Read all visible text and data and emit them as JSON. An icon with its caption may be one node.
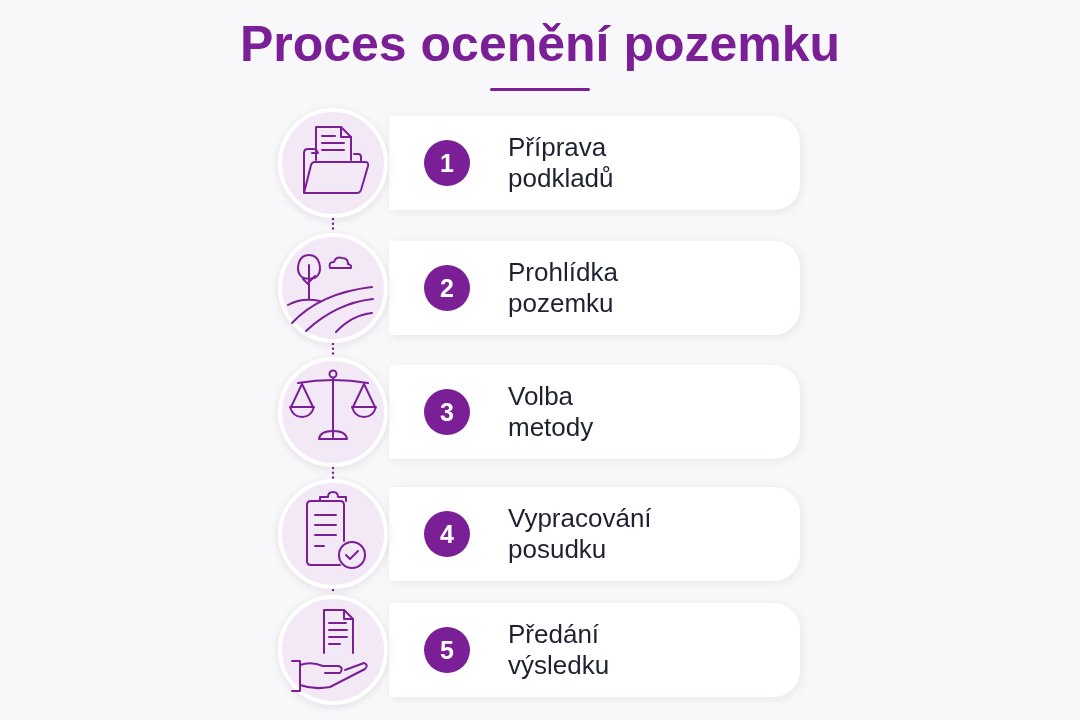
{
  "diagram": {
    "title": "Proces ocenění pozemku",
    "nodes": [
      {
        "text": [],
        "shape": "picture"
      },
      {
        "text": [
          "Příprava podkladů"
        ]
      },
      {
        "text": [
          "1"
        ],
        "in": 1
      },
      {
        "text": [],
        "shape": "picture"
      },
      {
        "text": [
          "Prohlídka pozemku"
        ]
      },
      {
        "text": [
          "2"
        ],
        "in": 4
      },
      {
        "text": [],
        "shape": "picture"
      },
      {
        "text": [
          "Volba metody"
        ]
      },
      {
        "text": [
          "3"
        ],
        "in": 7
      },
      {
        "text": [],
        "shape": "picture"
      },
      {
        "text": [
          "Vypracování posudku"
        ]
      },
      {
        "text": [
          "4"
        ],
        "in": 10
      },
      {
        "text": [],
        "shape": "picture"
      },
      {
        "text": [
          "Předání výsledku"
        ]
      },
      {
        "text": [
          "5"
        ],
        "in": 13
      }
    ],
    "edges": [
      {
        "from": 0,
        "to": 3,
        "arrow": "none",
        "style": "dashed"
      },
      {
        "from": 3,
        "to": 6,
        "arrow": "none",
        "style": "dashed"
      },
      {
        "from": 6,
        "to": 9,
        "arrow": "none",
        "style": "dashed"
      },
      {
        "from": 9,
        "to": 12,
        "arrow": "none",
        "style": "dashed"
      }
    ]
  }
}
